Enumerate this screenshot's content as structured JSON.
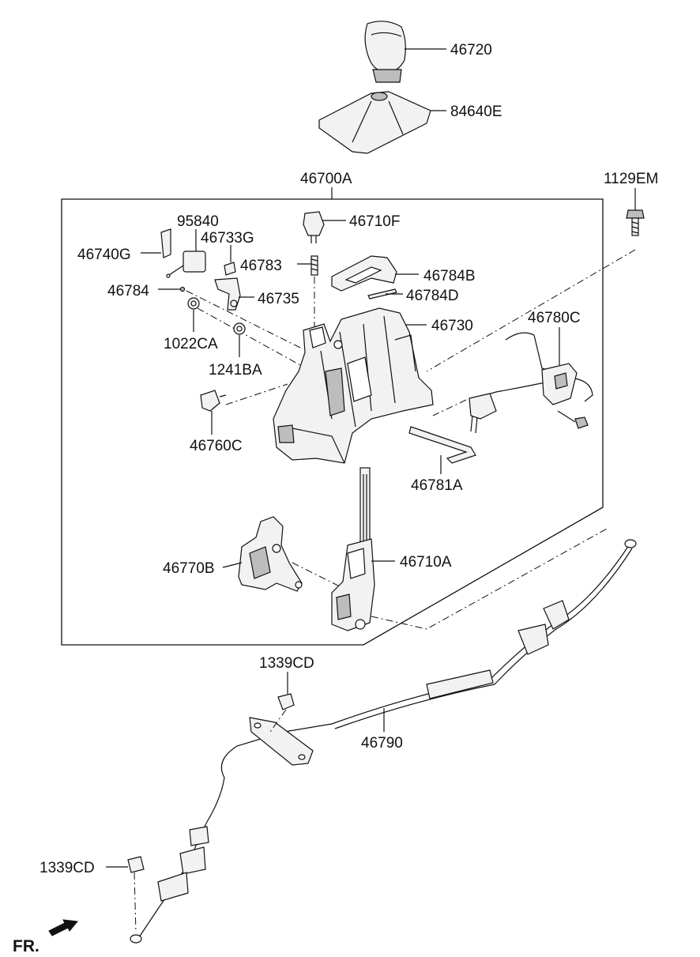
{
  "labels": {
    "l46720": "46720",
    "l84640E": "84640E",
    "l46700A": "46700A",
    "l1129EM": "1129EM",
    "l95840": "95840",
    "l46710F": "46710F",
    "l46740G": "46740G",
    "l46733G": "46733G",
    "l46783": "46783",
    "l46784B": "46784B",
    "l46784": "46784",
    "l46735": "46735",
    "l46784D": "46784D",
    "l46780C": "46780C",
    "l46730": "46730",
    "l1022CA": "1022CA",
    "l1241BA": "1241BA",
    "l46760C": "46760C",
    "l46781A": "46781A",
    "l46770B": "46770B",
    "l46710A": "46710A",
    "l1339CD_top": "1339CD",
    "l46790": "46790",
    "l1339CD_bottom": "1339CD",
    "fr": "FR."
  },
  "colors": {
    "line": "#111111",
    "part_fill": "#f2f2f2",
    "part_shade": "#bdbdbd"
  }
}
